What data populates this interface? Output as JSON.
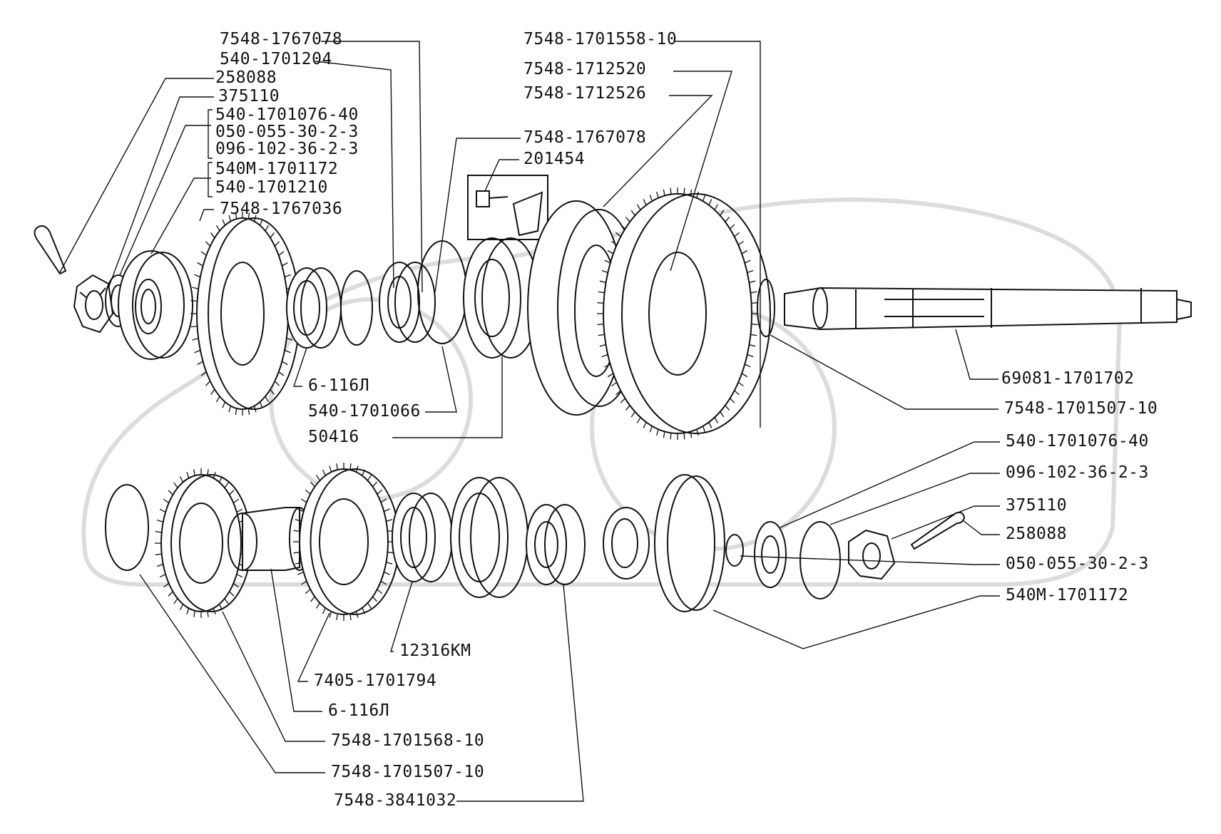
{
  "labels_top": [
    {
      "id": "t1",
      "text": "7548-1767078"
    },
    {
      "id": "t2",
      "text": "540-1701204"
    },
    {
      "id": "t3",
      "text": "258088"
    },
    {
      "id": "t4",
      "text": "375110"
    },
    {
      "id": "t5",
      "text": "540-1701076-40"
    },
    {
      "id": "t6",
      "text": "050-055-30-2-3"
    },
    {
      "id": "t7",
      "text": "096-102-36-2-3"
    },
    {
      "id": "t8",
      "text": "540М-1701172"
    },
    {
      "id": "t9",
      "text": "540-1701210"
    },
    {
      "id": "t10",
      "text": "7548-1767036"
    },
    {
      "id": "t11",
      "text": "7548-1701558-10"
    },
    {
      "id": "t12",
      "text": "7548-1712520"
    },
    {
      "id": "t13",
      "text": "7548-1712526"
    },
    {
      "id": "t14",
      "text": "7548-1767078"
    },
    {
      "id": "t15",
      "text": "201454"
    },
    {
      "id": "t16",
      "text": "6-116Л"
    },
    {
      "id": "t17",
      "text": "540-1701066"
    },
    {
      "id": "t18",
      "text": "50416"
    },
    {
      "id": "t19",
      "text": "69081-1701702"
    },
    {
      "id": "t20",
      "text": "7548-1701507-10"
    }
  ],
  "labels_right": [
    {
      "id": "r1",
      "text": "540-1701076-40"
    },
    {
      "id": "r2",
      "text": "096-102-36-2-3"
    },
    {
      "id": "r3",
      "text": "375110"
    },
    {
      "id": "r4",
      "text": "258088"
    },
    {
      "id": "r5",
      "text": "050-055-30-2-3"
    },
    {
      "id": "r6",
      "text": "540М-1701172"
    }
  ],
  "labels_bottom": [
    {
      "id": "b1",
      "text": "12316КМ"
    },
    {
      "id": "b2",
      "text": "7405-1701794"
    },
    {
      "id": "b3",
      "text": "6-116Л"
    },
    {
      "id": "b4",
      "text": "7548-1701568-10"
    },
    {
      "id": "b5",
      "text": "7548-1701507-10"
    },
    {
      "id": "b6",
      "text": "7548-3841032"
    }
  ]
}
